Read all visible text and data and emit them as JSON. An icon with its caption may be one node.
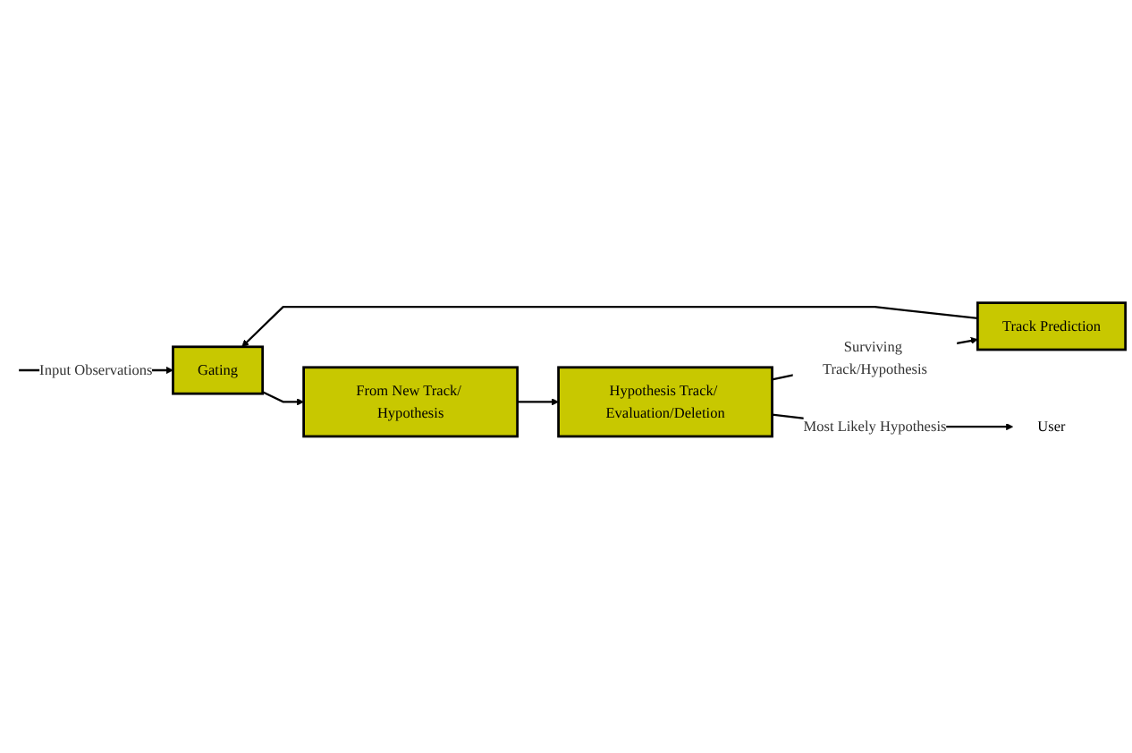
{
  "diagram": {
    "nodes": [
      {
        "text": [
          "Gating"
        ]
      },
      {
        "text": [
          "From New Track/ Hypothesis"
        ]
      },
      {
        "text": [
          "Hypothesis Track/ Evaluation/Deletion"
        ]
      },
      {
        "text": [
          "Track Prediction"
        ]
      },
      {
        "text": [
          "User"
        ]
      }
    ],
    "edges": [
      {
        "from": null,
        "to": 0,
        "arrow": "to",
        "label": "Input Observations"
      },
      {
        "from": 0,
        "to": 1,
        "arrow": "to"
      },
      {
        "from": 1,
        "to": 2,
        "arrow": "to"
      },
      {
        "from": 2,
        "to": 3,
        "arrow": "to",
        "label": "Surviving Track/Hypothesis"
      },
      {
        "from": 3,
        "to": 0,
        "arrow": "to"
      },
      {
        "from": 2,
        "to": 4,
        "arrow": "to",
        "label": "Most Likely Hypothesis"
      }
    ]
  }
}
